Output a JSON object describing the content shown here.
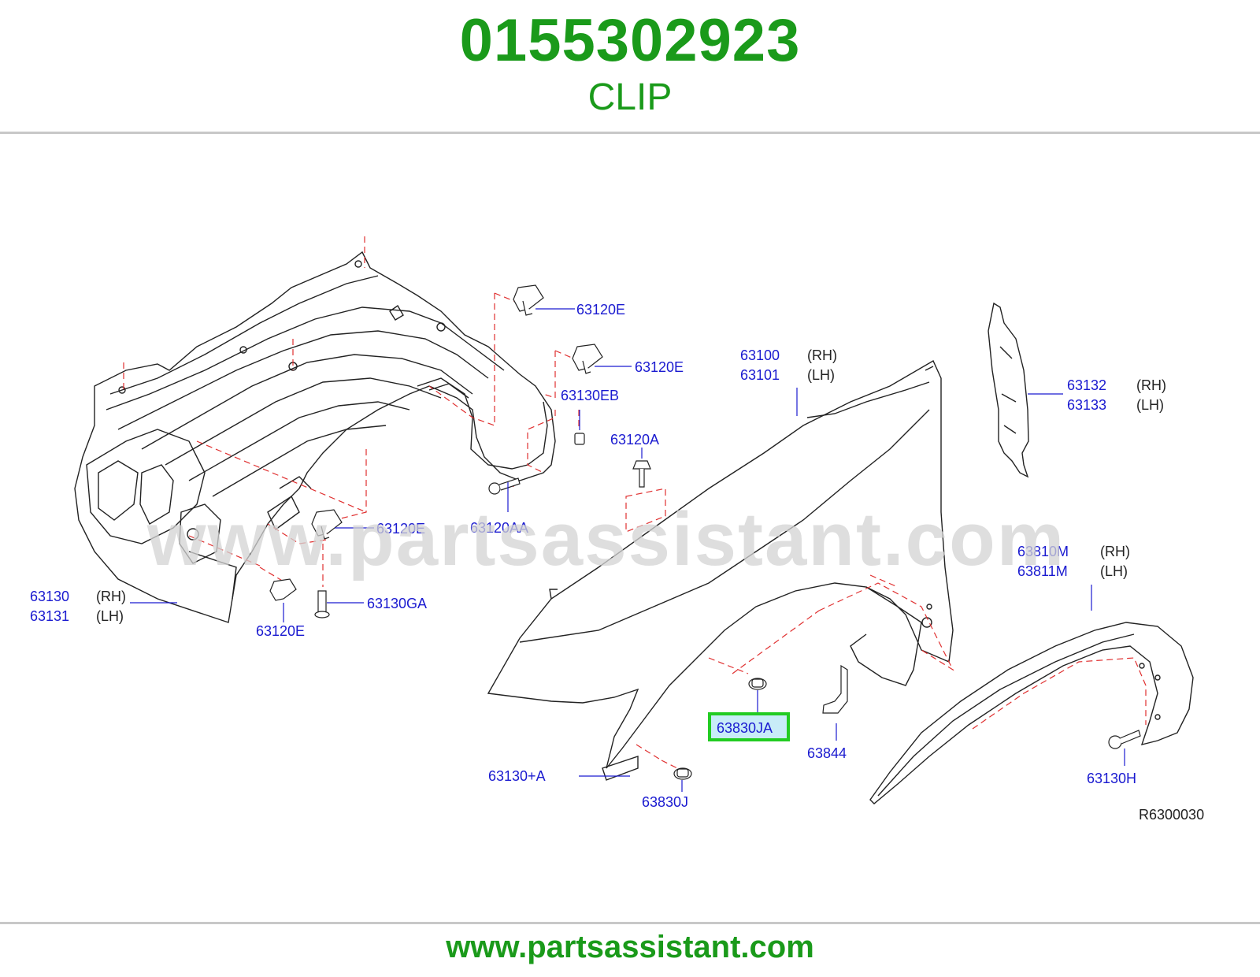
{
  "header": {
    "part_number": "0155302923",
    "part_name": "CLIP"
  },
  "watermark": "www.partsassistant.com",
  "footer": {
    "url": "www.partsassistant.com"
  },
  "diagram": {
    "reference_code": "R6300030",
    "highlighted_part": "63830JA",
    "labels": {
      "p63120E_1": "63120E",
      "p63120E_2": "63120E",
      "p63130EB": "63130EB",
      "p63120A": "63120A",
      "p63120AA": "63120AA",
      "p63120E_3": "63120E",
      "p63130GA": "63130GA",
      "p63120E_4": "63120E",
      "p63130": "63130",
      "p63131": "63131",
      "p63130_rh": "(RH)",
      "p63131_lh": "(LH)",
      "p63100": "63100",
      "p63101": "63101",
      "p63100_rh": "(RH)",
      "p63101_lh": "(LH)",
      "p63132": "63132",
      "p63133": "63133",
      "p63132_rh": "(RH)",
      "p63133_lh": "(LH)",
      "p63810M": "63810M",
      "p63811M": "63811M",
      "p63810M_rh": "(RH)",
      "p63811M_lh": "(LH)",
      "p63830JA": "63830JA",
      "p63844": "63844",
      "p63130A": "63130+A",
      "p63830J": "63830J",
      "p63130H": "63130H"
    }
  },
  "colors": {
    "brand_green": "#1a9a1a",
    "label_blue": "#1a1ad0",
    "line_black": "#222222",
    "dash_red": "#e03030",
    "highlight_green": "#22cc22",
    "highlight_fill": "#c8ecf8"
  }
}
